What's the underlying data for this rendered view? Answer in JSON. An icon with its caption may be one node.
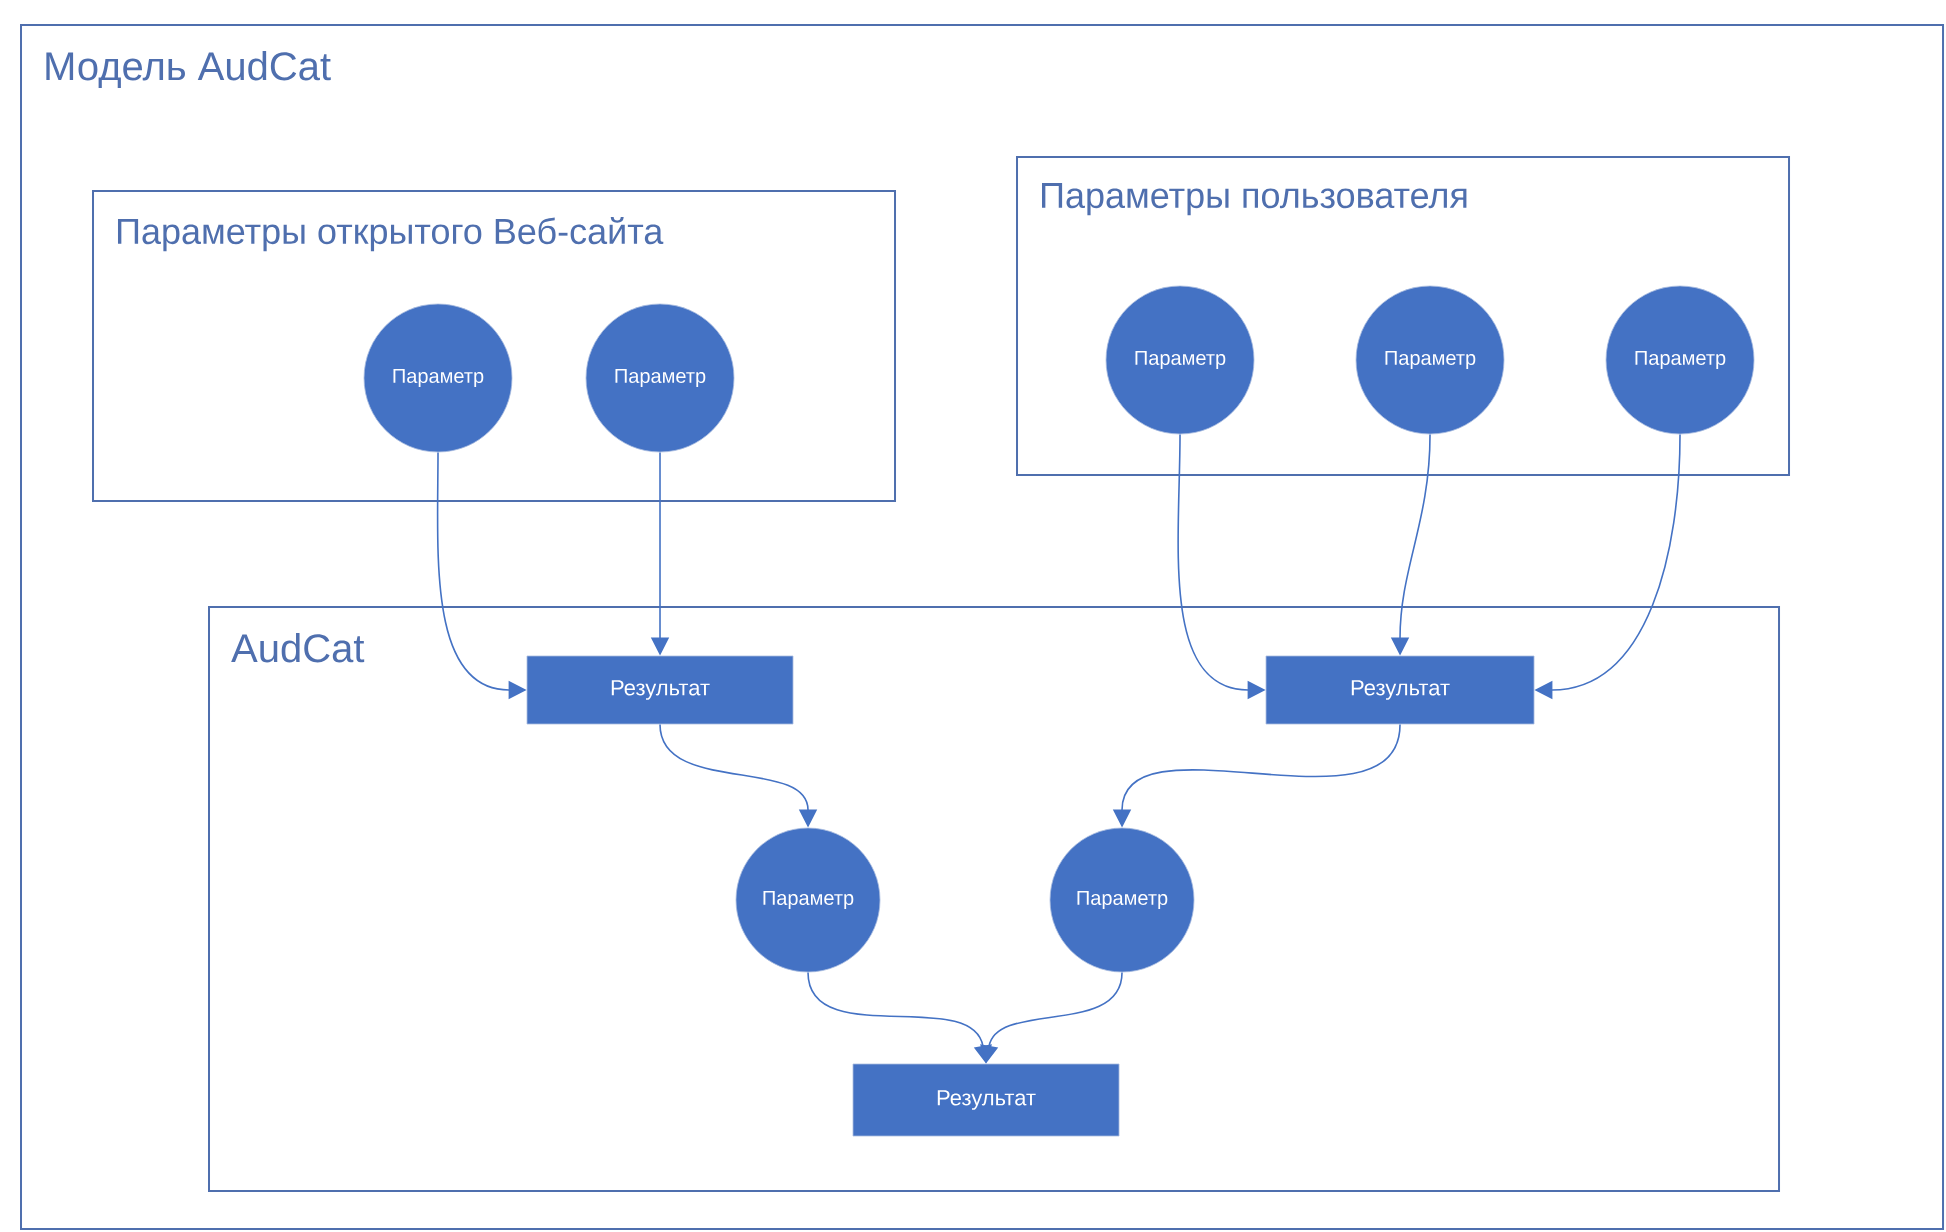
{
  "diagram": {
    "nodes": [
      {
        "text": [
          "Модель AudCat"
        ]
      },
      {
        "text": [
          "Параметры открытого Веб-сайта"
        ],
        "in": 0
      },
      {
        "text": [
          "Параметр"
        ],
        "in": 1
      },
      {
        "text": [
          "Параметр"
        ],
        "in": 1
      },
      {
        "text": [
          "Параметры пользователя"
        ],
        "in": 0
      },
      {
        "text": [
          "Параметр"
        ],
        "in": 4
      },
      {
        "text": [
          "Параметр"
        ],
        "in": 4
      },
      {
        "text": [
          "Параметр"
        ],
        "in": 4
      },
      {
        "text": [
          "AudCat"
        ],
        "in": 0
      },
      {
        "text": [
          "Результат"
        ],
        "in": 8
      },
      {
        "text": [
          "Результат"
        ],
        "in": 8
      },
      {
        "text": [
          "Параметр"
        ],
        "in": 8
      },
      {
        "text": [
          "Параметр"
        ],
        "in": 8
      },
      {
        "text": [
          "Результат"
        ],
        "in": 8
      }
    ],
    "edges": [
      {
        "from": 2,
        "to": 9,
        "arrow": "to"
      },
      {
        "from": 3,
        "to": 9,
        "arrow": "to"
      },
      {
        "from": 5,
        "to": 10,
        "arrow": "to"
      },
      {
        "from": 6,
        "to": 10,
        "arrow": "to"
      },
      {
        "from": 7,
        "to": 10,
        "arrow": "to"
      },
      {
        "from": 9,
        "to": 11,
        "arrow": "to"
      },
      {
        "from": 10,
        "to": 12,
        "arrow": "to"
      },
      {
        "from": 11,
        "to": 13,
        "arrow": "to"
      },
      {
        "from": 12,
        "to": 13,
        "arrow": "to"
      }
    ]
  }
}
